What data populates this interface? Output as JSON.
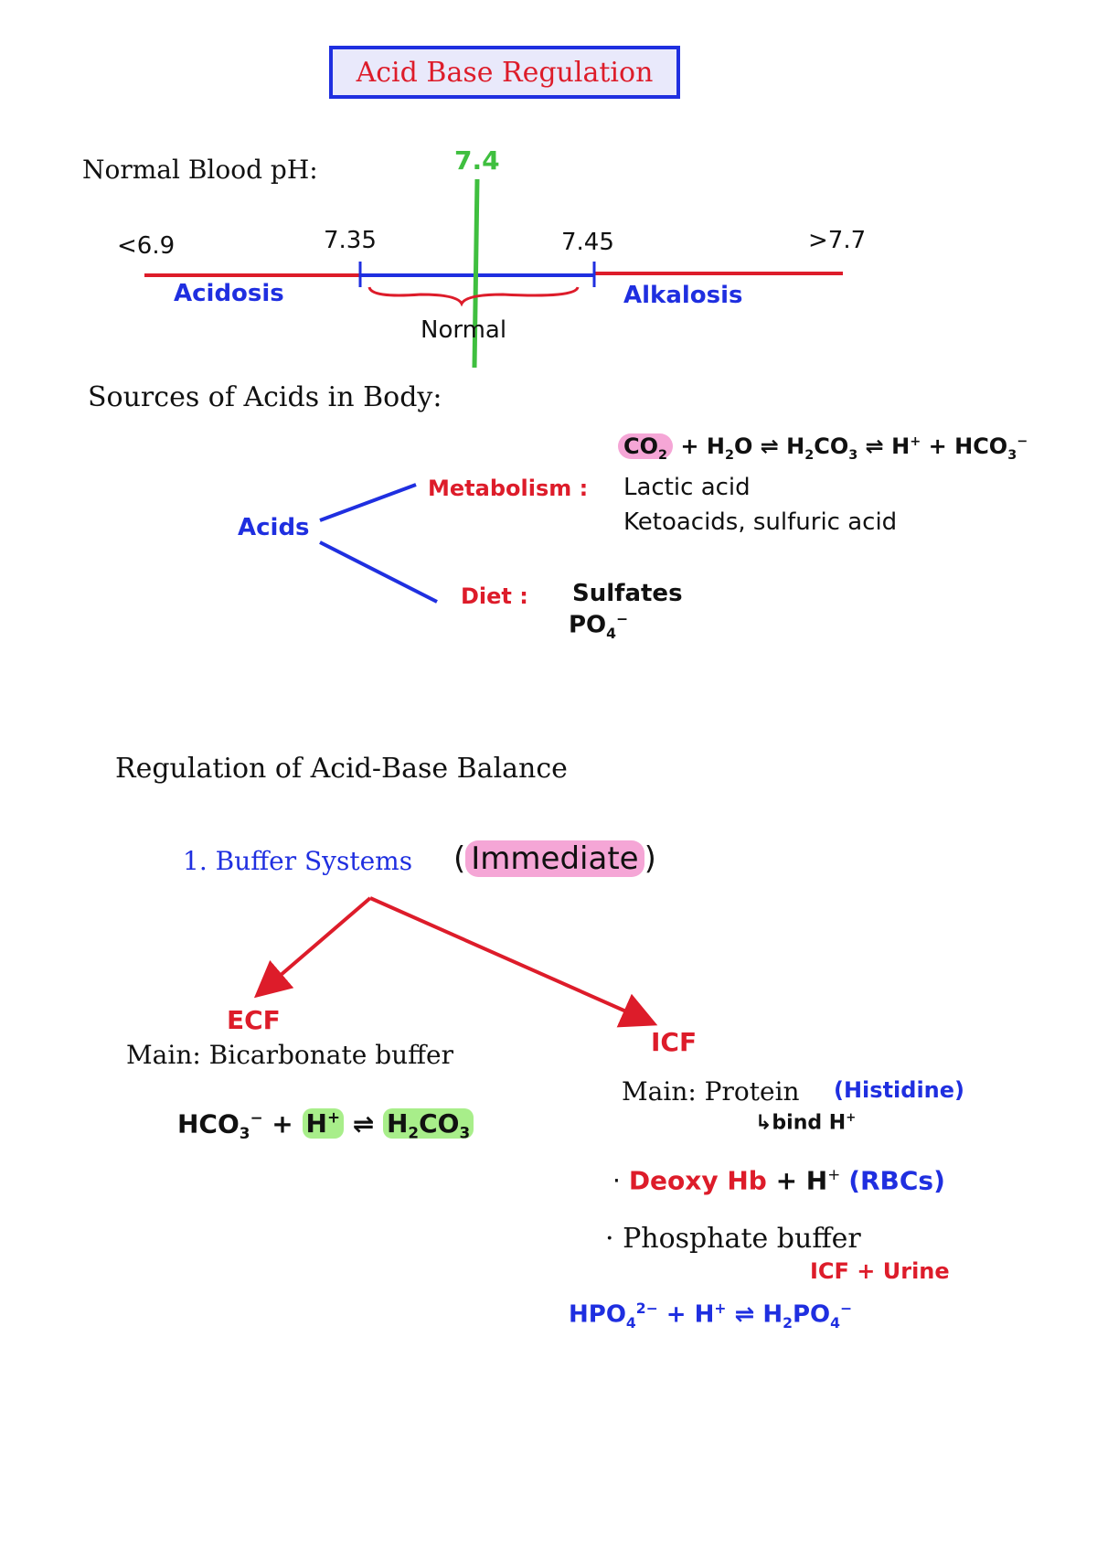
{
  "title": "Acid Base Regulation",
  "ph_scale": {
    "heading": "Normal Blood pH:",
    "center_value": "7.4",
    "tick_low_extreme": "<6.9",
    "tick_low": "7.35",
    "tick_high": "7.45",
    "tick_high_extreme": ">7.7",
    "acidosis_label": "Acidosis",
    "alkalosis_label": "Alkalosis",
    "normal_label": "Normal"
  },
  "sources": {
    "heading": "Sources of Acids in Body:",
    "equation": {
      "co2": "CO",
      "co2_sub": "2",
      "rest_part1": " + H",
      "rest_sub1": "2",
      "rest_part2": "O ⇌ H",
      "rest_sub2": "2",
      "rest_part3": "CO",
      "rest_sub3": "3",
      "rest_part4": " ⇌ H",
      "rest_sup4": "+",
      "rest_part5": " + HCO",
      "rest_sub5": "3",
      "rest_sup5": "−"
    },
    "acids_label": "Acids",
    "metabolism_label": "Metabolism :",
    "metabolism_items": [
      "Lactic acid",
      "Ketoacids, sulfuric acid"
    ],
    "diet_label": "Diet :",
    "diet_item_1": "Sulfates",
    "diet_item_2_base": "PO",
    "diet_item_2_sub": "4",
    "diet_item_2_sup": "−"
  },
  "regulation": {
    "heading": "Regulation of Acid-Base Balance",
    "buffer_label": "1. Buffer Systems",
    "immediate_label": "Immediate",
    "ecf": {
      "label": "ECF",
      "main": "Main: Bicarbonate buffer",
      "eq_part1": "HCO",
      "eq_sub1": "3",
      "eq_sup1": "−",
      "eq_plus": " + ",
      "eq_h": "H",
      "eq_h_sup": "+",
      "eq_arrow": " ⇌ ",
      "eq_prod": "H",
      "eq_prod_sub": "2",
      "eq_prod_rest": "CO",
      "eq_prod_sub2": "3"
    },
    "icf": {
      "label": "ICF",
      "main": "Main: Protein",
      "histidine": "(Histidine)",
      "bind": "↳bind H",
      "bind_sup": "+",
      "deoxy_bullet": "·",
      "deoxy": "Deoxy Hb",
      "deoxy_h": " + H",
      "deoxy_h_sup": "+",
      "rbcs": "(RBCs)",
      "phosphate": "· Phosphate buffer",
      "icf_urine": "ICF + Urine",
      "eq_a": "HPO",
      "eq_a_sub": "4",
      "eq_a_sup": "2−",
      "eq_b": " + H",
      "eq_b_sup": "+",
      "eq_c": " ⇌ H",
      "eq_c_sub": "2",
      "eq_d": "PO",
      "eq_d_sub": "4",
      "eq_d_sup": "−"
    }
  },
  "colors": {
    "blue": "#1f2fe0",
    "red": "#dd1c2a",
    "green": "#3fbf3f",
    "pink_highlight": "#f5a6d6",
    "green_highlight": "#a8ee8a"
  }
}
